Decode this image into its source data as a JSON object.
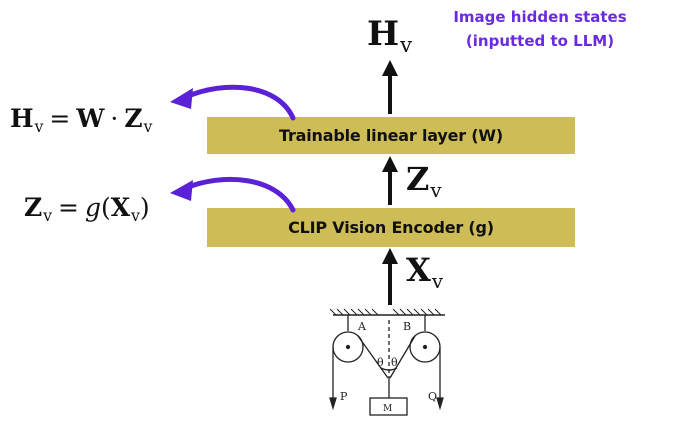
{
  "diagram": {
    "output_label": {
      "main": "H",
      "sub": "v"
    },
    "hidden_states_note": {
      "line1": "Image hidden states",
      "line2": "(inputted to LLM)"
    },
    "linear_layer_label": "Trainable linear layer (W)",
    "encoder_label": "CLIP Vision Encoder (g)",
    "z_label": {
      "main": "Z",
      "sub": "v"
    },
    "x_label": {
      "main": "X",
      "sub": "v"
    },
    "equation_h": {
      "lhs": "H",
      "lhs_sub": "v",
      "eq": "=",
      "w": "W",
      "dot": "·",
      "z": "Z",
      "z_sub": "v"
    },
    "equation_z": {
      "lhs": "Z",
      "lhs_sub": "v",
      "eq": "=",
      "fn": "g",
      "open": "(",
      "x": "X",
      "x_sub": "v",
      "close": ")"
    },
    "pulley_image": {
      "label_a": "A",
      "label_b": "B",
      "label_p": "P",
      "label_q": "Q",
      "label_m": "M",
      "theta_left": "θ",
      "theta_right": "θ"
    }
  },
  "colors": {
    "layer_fill": "#cebd56",
    "callout_arrow": "#5b21d6",
    "note_text": "#6a2be0",
    "flow_arrow": "#111111"
  }
}
